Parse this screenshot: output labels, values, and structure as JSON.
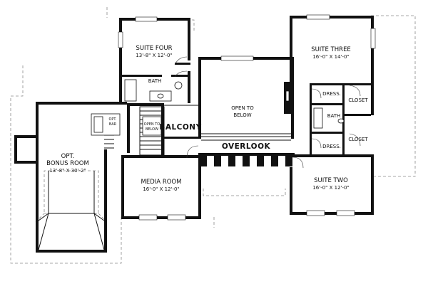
{
  "rooms": {
    "suite_four": {
      "name": "SUITE FOUR",
      "size": "13'-8\" X 12'-0\""
    },
    "suite_three": {
      "name": "SUITE THREE",
      "size": "16'-0\" X 14'-0\""
    },
    "suite_two": {
      "name": "SUITE TWO",
      "size": "16'-0\" X 12'-0\""
    },
    "media_room": {
      "name": "MEDIA ROOM",
      "size": "16'-0\" X 12'-0\""
    },
    "bonus_room": {
      "name_line1": "OPT.",
      "name_line2": "BONUS ROOM",
      "size": "13'-8\" X 30'-2\""
    },
    "open_to_below_main": {
      "line1": "OPEN TO",
      "line2": "BELOW"
    },
    "open_to_below_stair": {
      "line1": "OPEN TO",
      "line2": "BELOW"
    },
    "balcony": "BALCONY",
    "overlook": "OVERLOOK",
    "bath_suite_four": "BATH",
    "bath_suite_three": "BATH",
    "dress_top": "DRESS.",
    "dress_bottom": "DRESS.",
    "closet_top": "CLOSET",
    "closet_bottom": "CLOSET",
    "opt_bar_line1": "OPT.",
    "opt_bar_line2": "BAR"
  }
}
